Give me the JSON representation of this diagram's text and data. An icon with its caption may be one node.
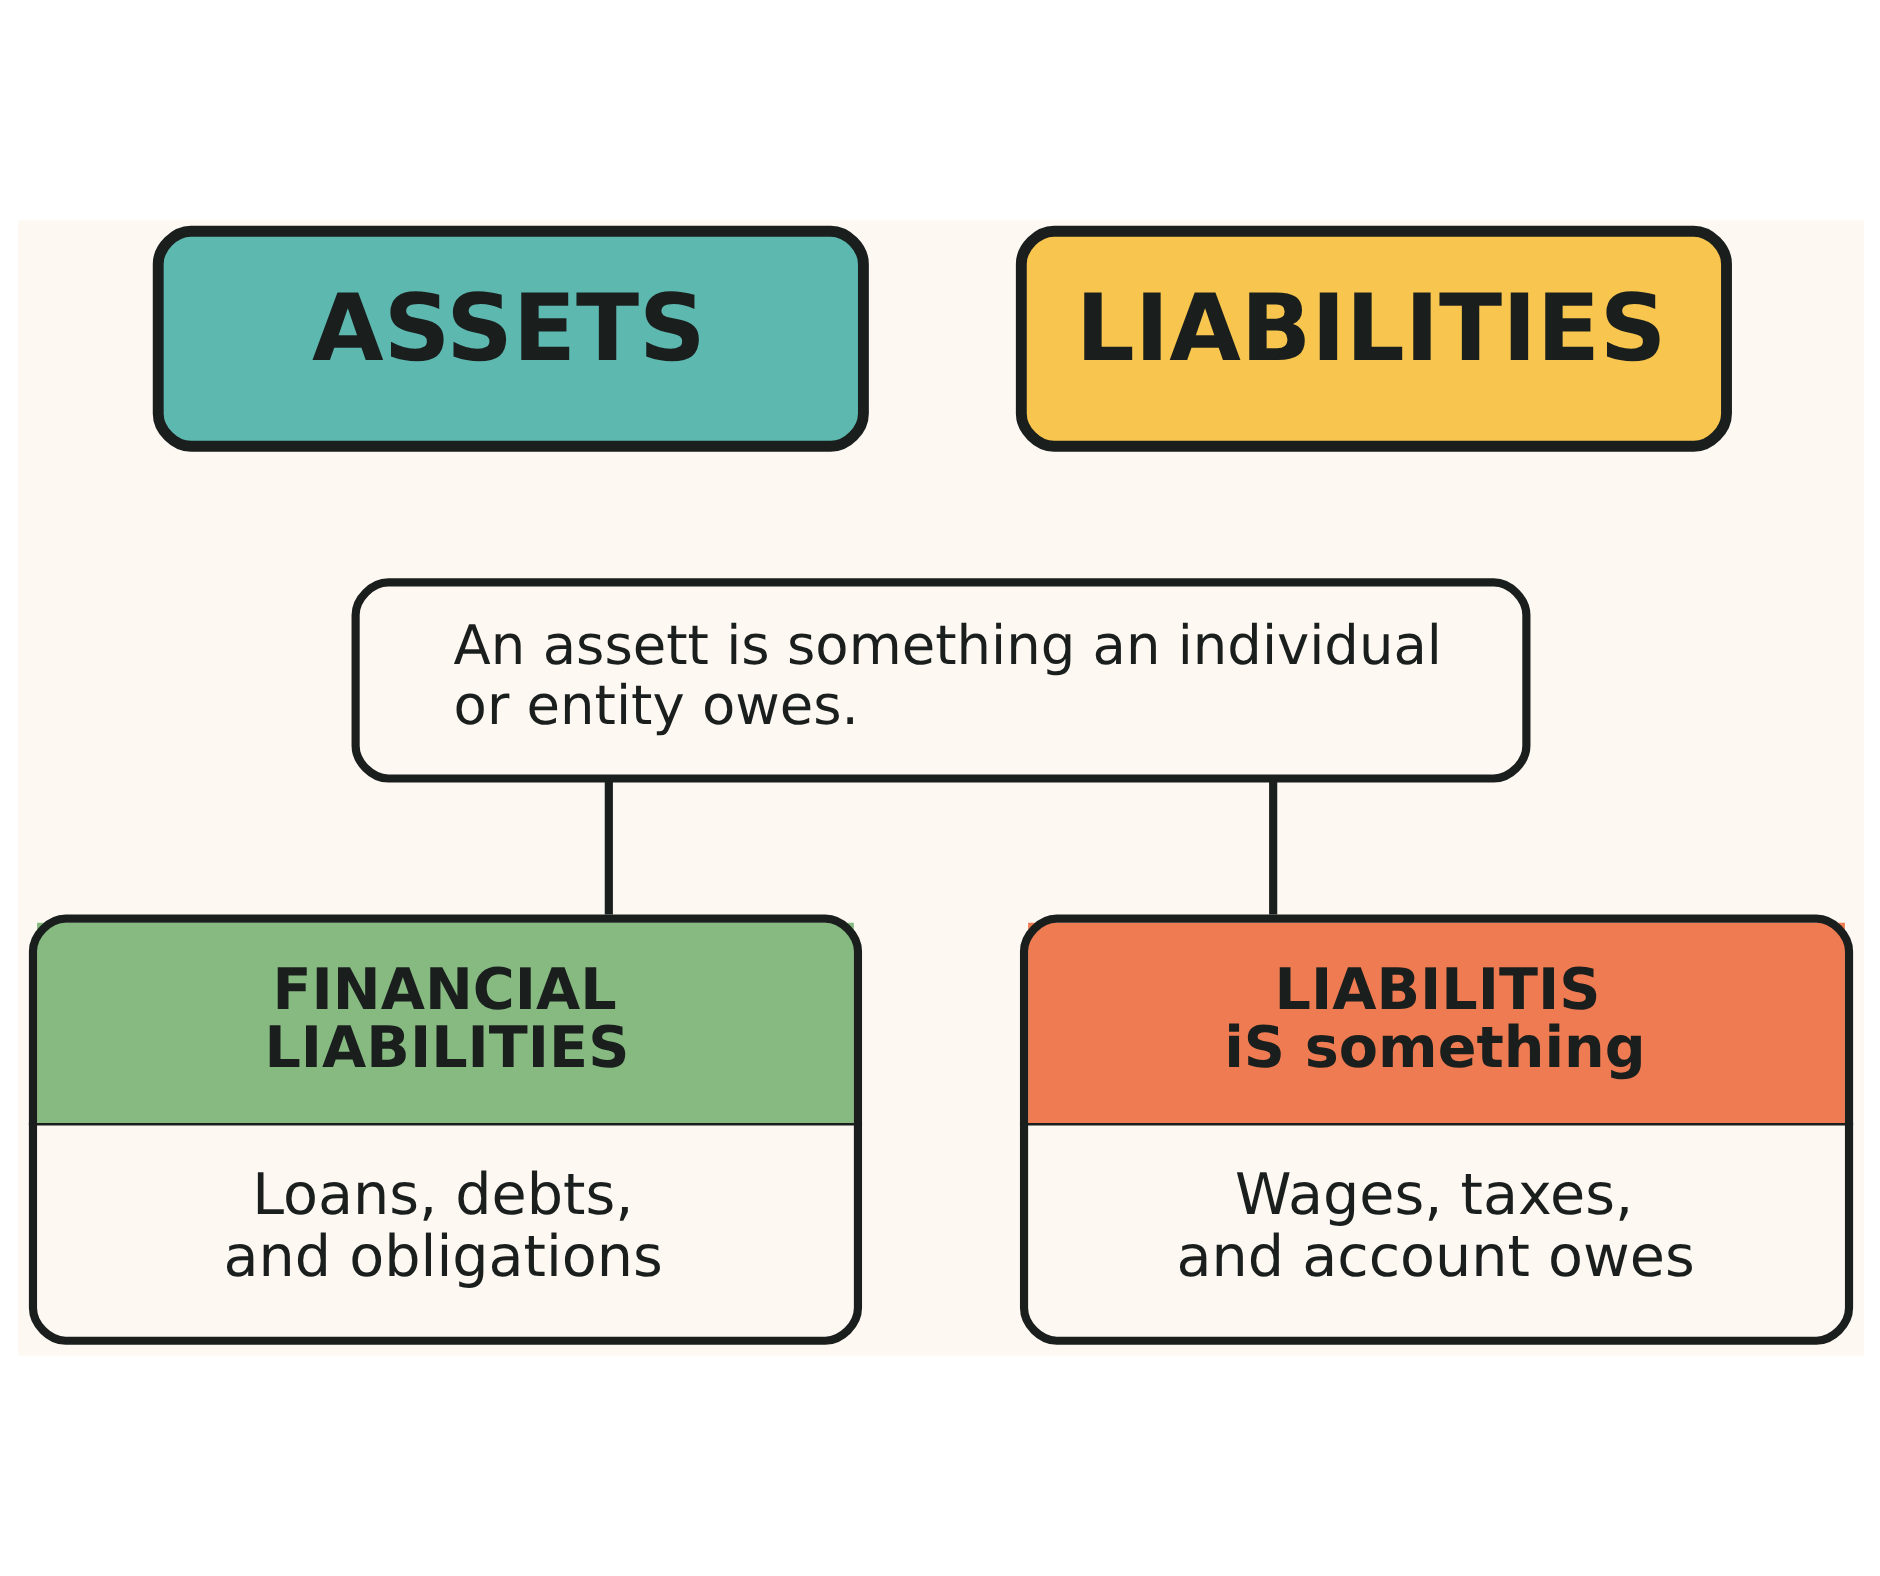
{
  "diagram": {
    "nodes": [
      {
        "text": [
          "ASSETS"
        ]
      },
      {
        "text": [
          "LIABILITIES"
        ]
      },
      {
        "text": [
          "An assett is something an individual or entity owes."
        ]
      },
      {
        "text": [
          "FINANCIAL LIABILITIES",
          "Loans, debts, and obligations"
        ]
      },
      {
        "text": [
          "LIABILITIS iS something",
          "Wages, taxes, and account owes"
        ]
      }
    ],
    "edges": [
      {
        "from": 2,
        "to": 3,
        "arrow": "none"
      },
      {
        "from": 2,
        "to": 4,
        "arrow": "none"
      }
    ]
  }
}
